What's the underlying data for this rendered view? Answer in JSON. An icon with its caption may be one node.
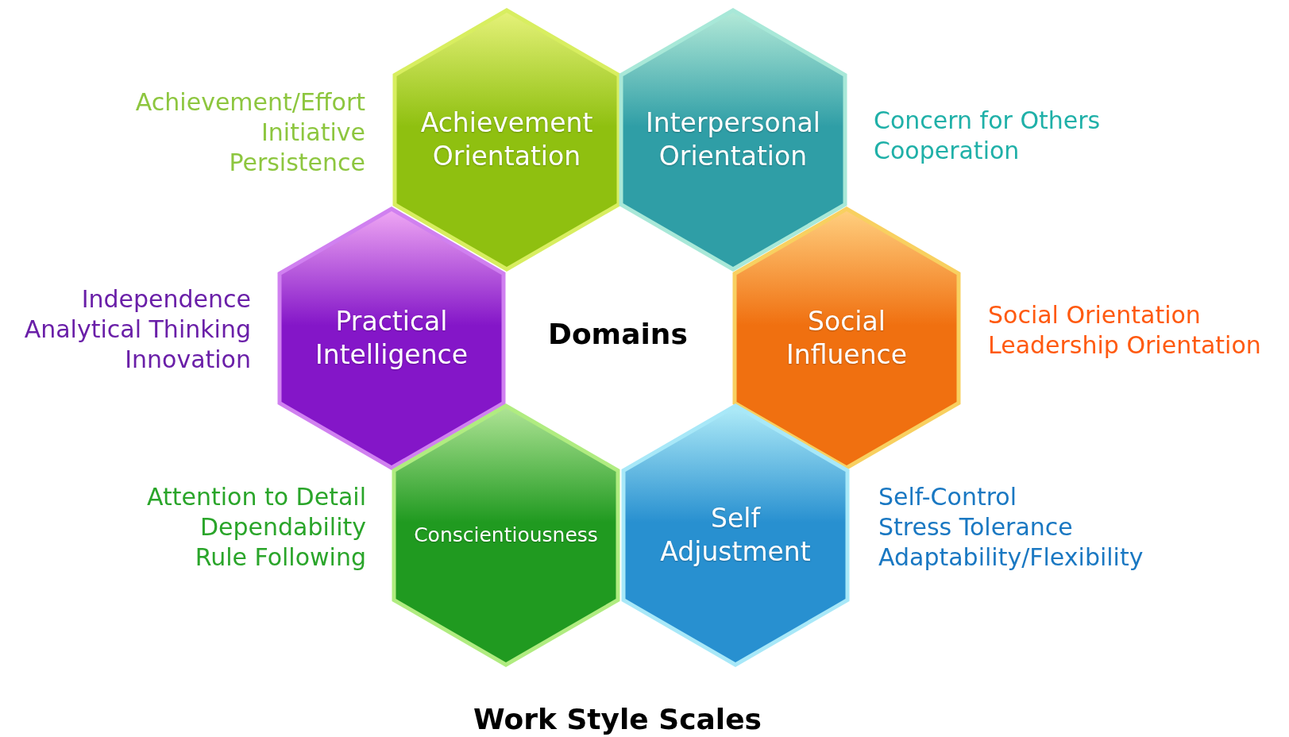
{
  "diagram": {
    "caption": "Work Style Scales",
    "nodes": [
      {
        "text": [
          "Achievement Orientation"
        ],
        "beside": [
          "Achievement/Effort",
          "Initiative",
          "Persistence"
        ]
      },
      {
        "text": [
          "Interpersonal Orientation"
        ],
        "beside": [
          "Concern for Others",
          "Cooperation"
        ]
      },
      {
        "text": [
          "Practical Intelligence"
        ],
        "beside": [
          "Independence",
          "Analytical Thinking",
          "Innovation"
        ]
      },
      {
        "text": [
          "Social Influence"
        ],
        "beside": [
          "Social Orientation",
          "Leadership Orientation"
        ]
      },
      {
        "text": [
          "Conscientiousness"
        ],
        "beside": [
          "Attention to Detail",
          "Dependability",
          "Rule Following"
        ]
      },
      {
        "text": [
          "Self Adjustment"
        ],
        "beside": [
          "Self-Control",
          "Stress Tolerance",
          "Adaptability/Flexibility"
        ]
      }
    ],
    "labels": [
      "Domains"
    ]
  }
}
